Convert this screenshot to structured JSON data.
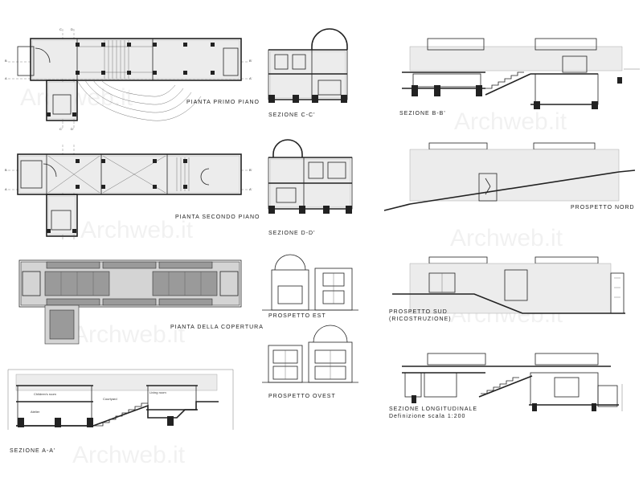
{
  "labels": {
    "pianta_primo": "PIANTA PRIMO PIANO",
    "pianta_secondo": "PIANTA SECONDO PIANO",
    "pianta_copertura": "PIANTA DELLA COPERTURA",
    "sezione_aa": "SEZIONE A-A'",
    "sezione_cc": "SEZIONE C-C'",
    "sezione_dd": "SEZIONE D-D'",
    "prospetto_est": "PROSPETTO EST",
    "prospetto_ovest": "PROSPETTO OVEST",
    "sezione_bb": "SEZIONE B-B'",
    "prospetto_nord": "PROSPETTO NORD",
    "prospetto_sud": "PROSPETTO SUD\n(RICOSTRUZIONE)",
    "sezione_longitudinale": "SEZIONE LONGITUDINALE\nDefinizione scala 1:200"
  },
  "room_labels": {
    "childrens_room": "Children's room",
    "courtyard": "Courtyard",
    "living_room": "Living room",
    "atelier": "Atelier"
  },
  "axis_labels": {
    "a": "A",
    "a_prime": "A'",
    "b": "B",
    "b_prime": "B'",
    "c": "C",
    "c_prime": "C'",
    "d": "D",
    "d_prime": "D'"
  },
  "watermark": "Archweb.it"
}
